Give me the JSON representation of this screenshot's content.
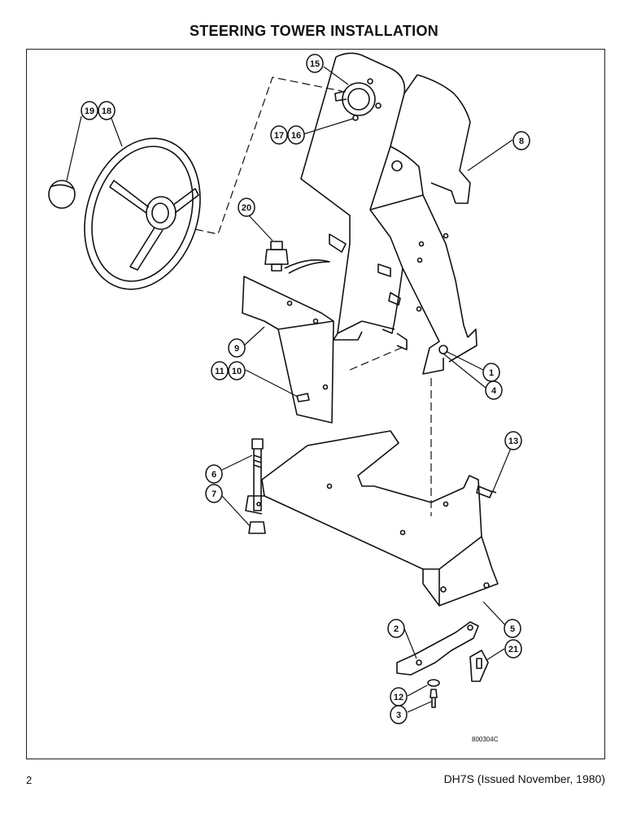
{
  "page": {
    "title": "STEERING TOWER INSTALLATION",
    "page_number": "2",
    "doc_ref": "DH7S (Issued November, 1980)",
    "drawing_number": "800304C"
  },
  "callouts": [
    "19",
    "18",
    "15",
    "17",
    "16",
    "8",
    "20",
    "9",
    "11",
    "10",
    "1",
    "4",
    "13",
    "6",
    "7",
    "2",
    "5",
    "21",
    "12",
    "3"
  ]
}
